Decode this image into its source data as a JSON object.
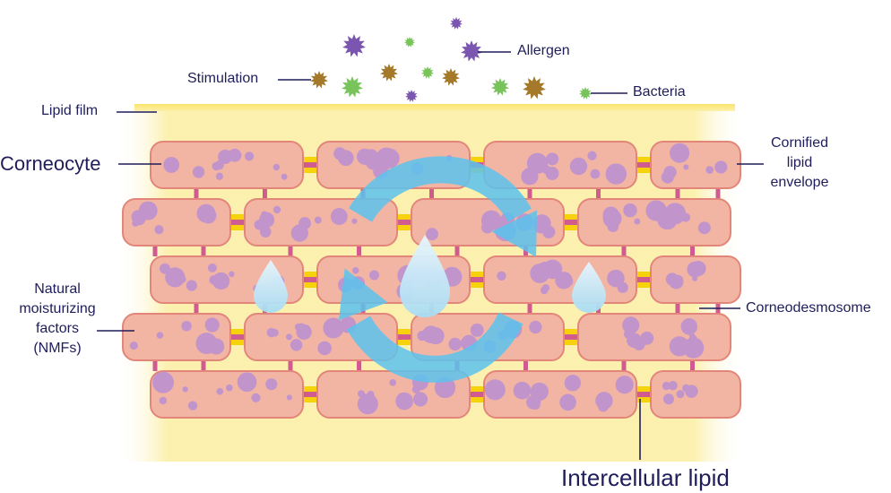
{
  "labels": {
    "stimulation": "Stimulation",
    "allergen": "Allergen",
    "bacteria": "Bacteria",
    "lipid_film": "Lipid film",
    "corneocyte": "Corneocyte",
    "cornified_envelope": [
      "Cornified",
      "lipid",
      "envelope"
    ],
    "nmf": [
      "Natural",
      "moisturizing",
      "factors",
      "(NMFs)"
    ],
    "corneodesmosome": "Corneodesmosome",
    "intercellular_lipid": "Intercellular lipid"
  },
  "colors": {
    "lipid_film": "#fcefa6",
    "cell_fill": "#f2b5a3",
    "cell_border": "#e2867a",
    "nmf_dot": "#c195cb",
    "intercellular_lipid": "#f5d20c",
    "corneodesmosome": "#cf5b8f",
    "arrow": "#5cc3ee",
    "allergen": "#7a56b0",
    "bacteria": "#78c45a",
    "stimulation": "#a47a2a",
    "text": "#1f1d5a"
  },
  "icons": [
    "allergen-icon",
    "bacteria-icon",
    "stimulation-icon",
    "water-drop-icon",
    "circular-arrow-icon"
  ]
}
